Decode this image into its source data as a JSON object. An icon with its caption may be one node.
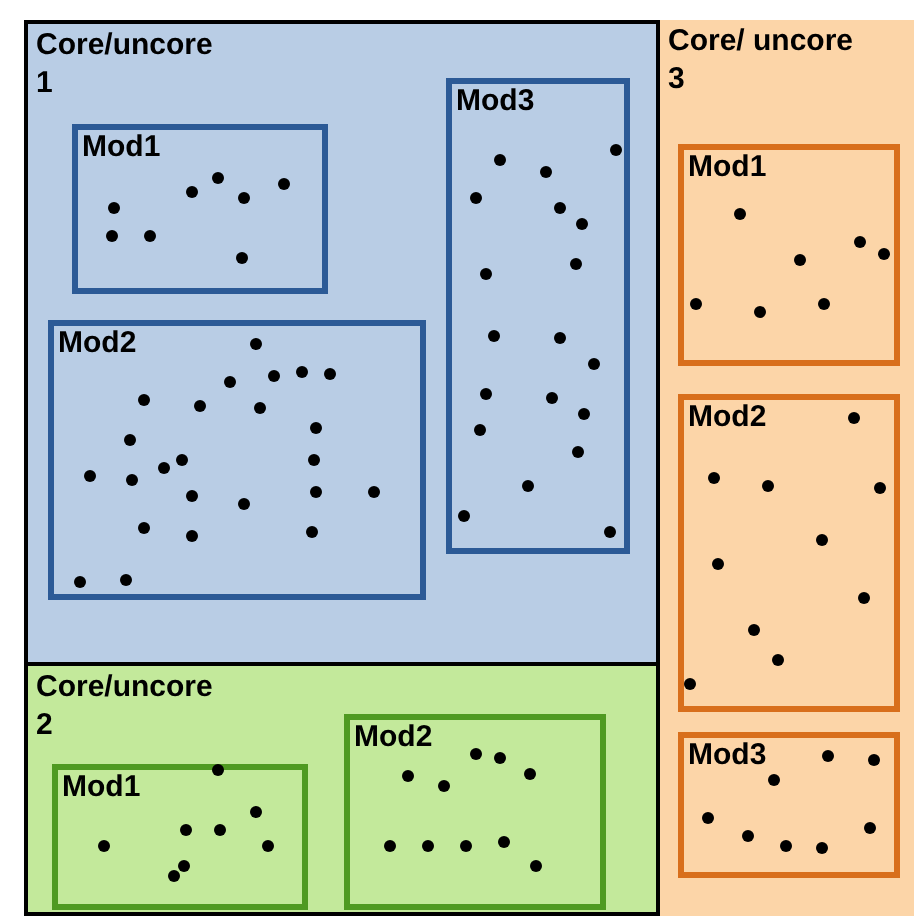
{
  "diagram": {
    "nodes": [
      {
        "text": [
          "Core/uncore 1"
        ]
      },
      {
        "text": [
          "Mod1"
        ],
        "in": 0
      },
      {
        "text": [
          "Mod2"
        ],
        "in": 0
      },
      {
        "text": [
          "Mod3"
        ],
        "in": 0
      },
      {
        "text": [
          "Core/uncore 2"
        ]
      },
      {
        "text": [
          "Mod1"
        ],
        "in": 4
      },
      {
        "text": [
          "Mod2"
        ],
        "in": 4
      },
      {
        "text": [
          "Core/ uncore 3"
        ]
      },
      {
        "text": [
          "Mod1"
        ],
        "in": 7
      },
      {
        "text": [
          "Mod2"
        ],
        "in": 7
      },
      {
        "text": [
          "Mod3"
        ],
        "in": 7
      }
    ]
  }
}
